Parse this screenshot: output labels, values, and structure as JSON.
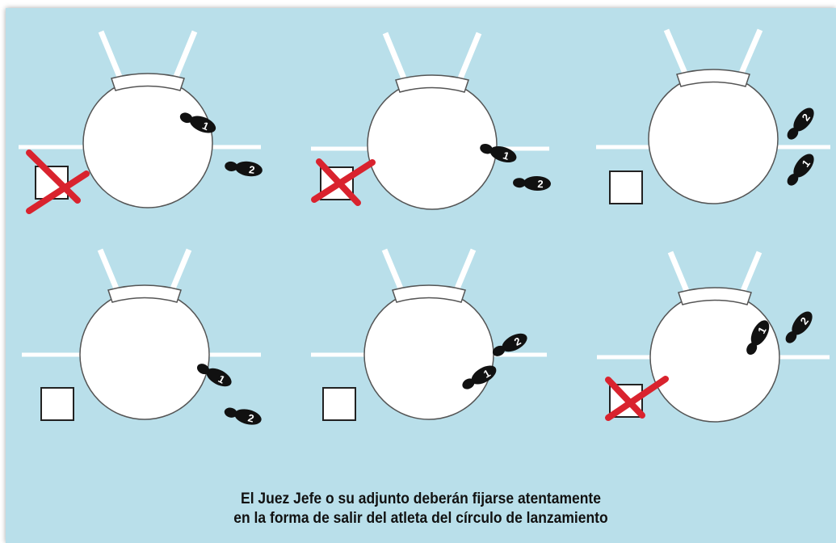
{
  "caption": {
    "line1": "El Juez Jefe o su adjunto deberán fijarse atentamente",
    "line2": "en la forma de salir del atleta del círculo de lanzamiento"
  },
  "foot_labels": {
    "first": "1",
    "second": "2"
  },
  "panels": [
    {
      "marker": "crossed-box",
      "exit": "invalid"
    },
    {
      "marker": "crossed-box",
      "exit": "invalid"
    },
    {
      "marker": "empty-box",
      "exit": "valid"
    },
    {
      "marker": "empty-box",
      "exit": "valid"
    },
    {
      "marker": "empty-box",
      "exit": "valid"
    },
    {
      "marker": "crossed-box",
      "exit": "invalid"
    }
  ],
  "colors": {
    "background": "#b9dfea",
    "circle": "#ffffff",
    "foot": "#111111",
    "cross": "#d9232e",
    "text": "#111111"
  }
}
